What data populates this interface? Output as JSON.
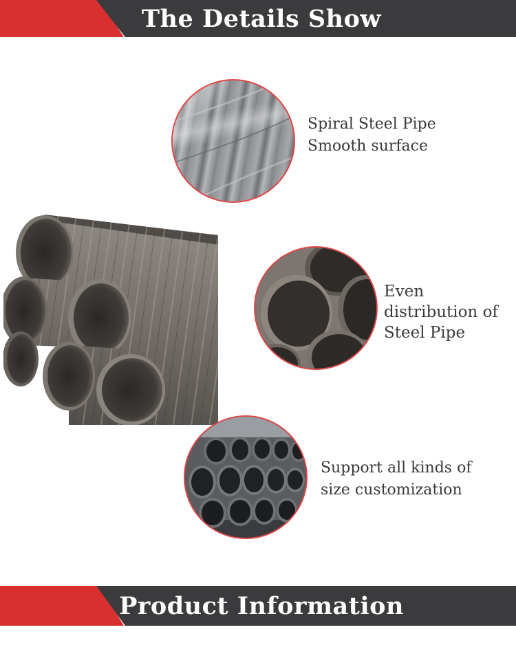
{
  "header": {
    "title": "The Details Show"
  },
  "details": [
    {
      "lines": [
        "Spiral Steel Pipe",
        "Smooth surface"
      ]
    },
    {
      "lines": [
        "Even",
        "distribution of",
        "Steel Pipe"
      ]
    },
    {
      "lines": [
        "Support all kinds of",
        "size customization"
      ]
    }
  ],
  "footer": {
    "title": "Product Information"
  },
  "colors": {
    "banner_red": "#d82f2f",
    "banner_dark": "#3b3b3d",
    "circle_border": "#e24545",
    "text": "#3a3a3a"
  }
}
